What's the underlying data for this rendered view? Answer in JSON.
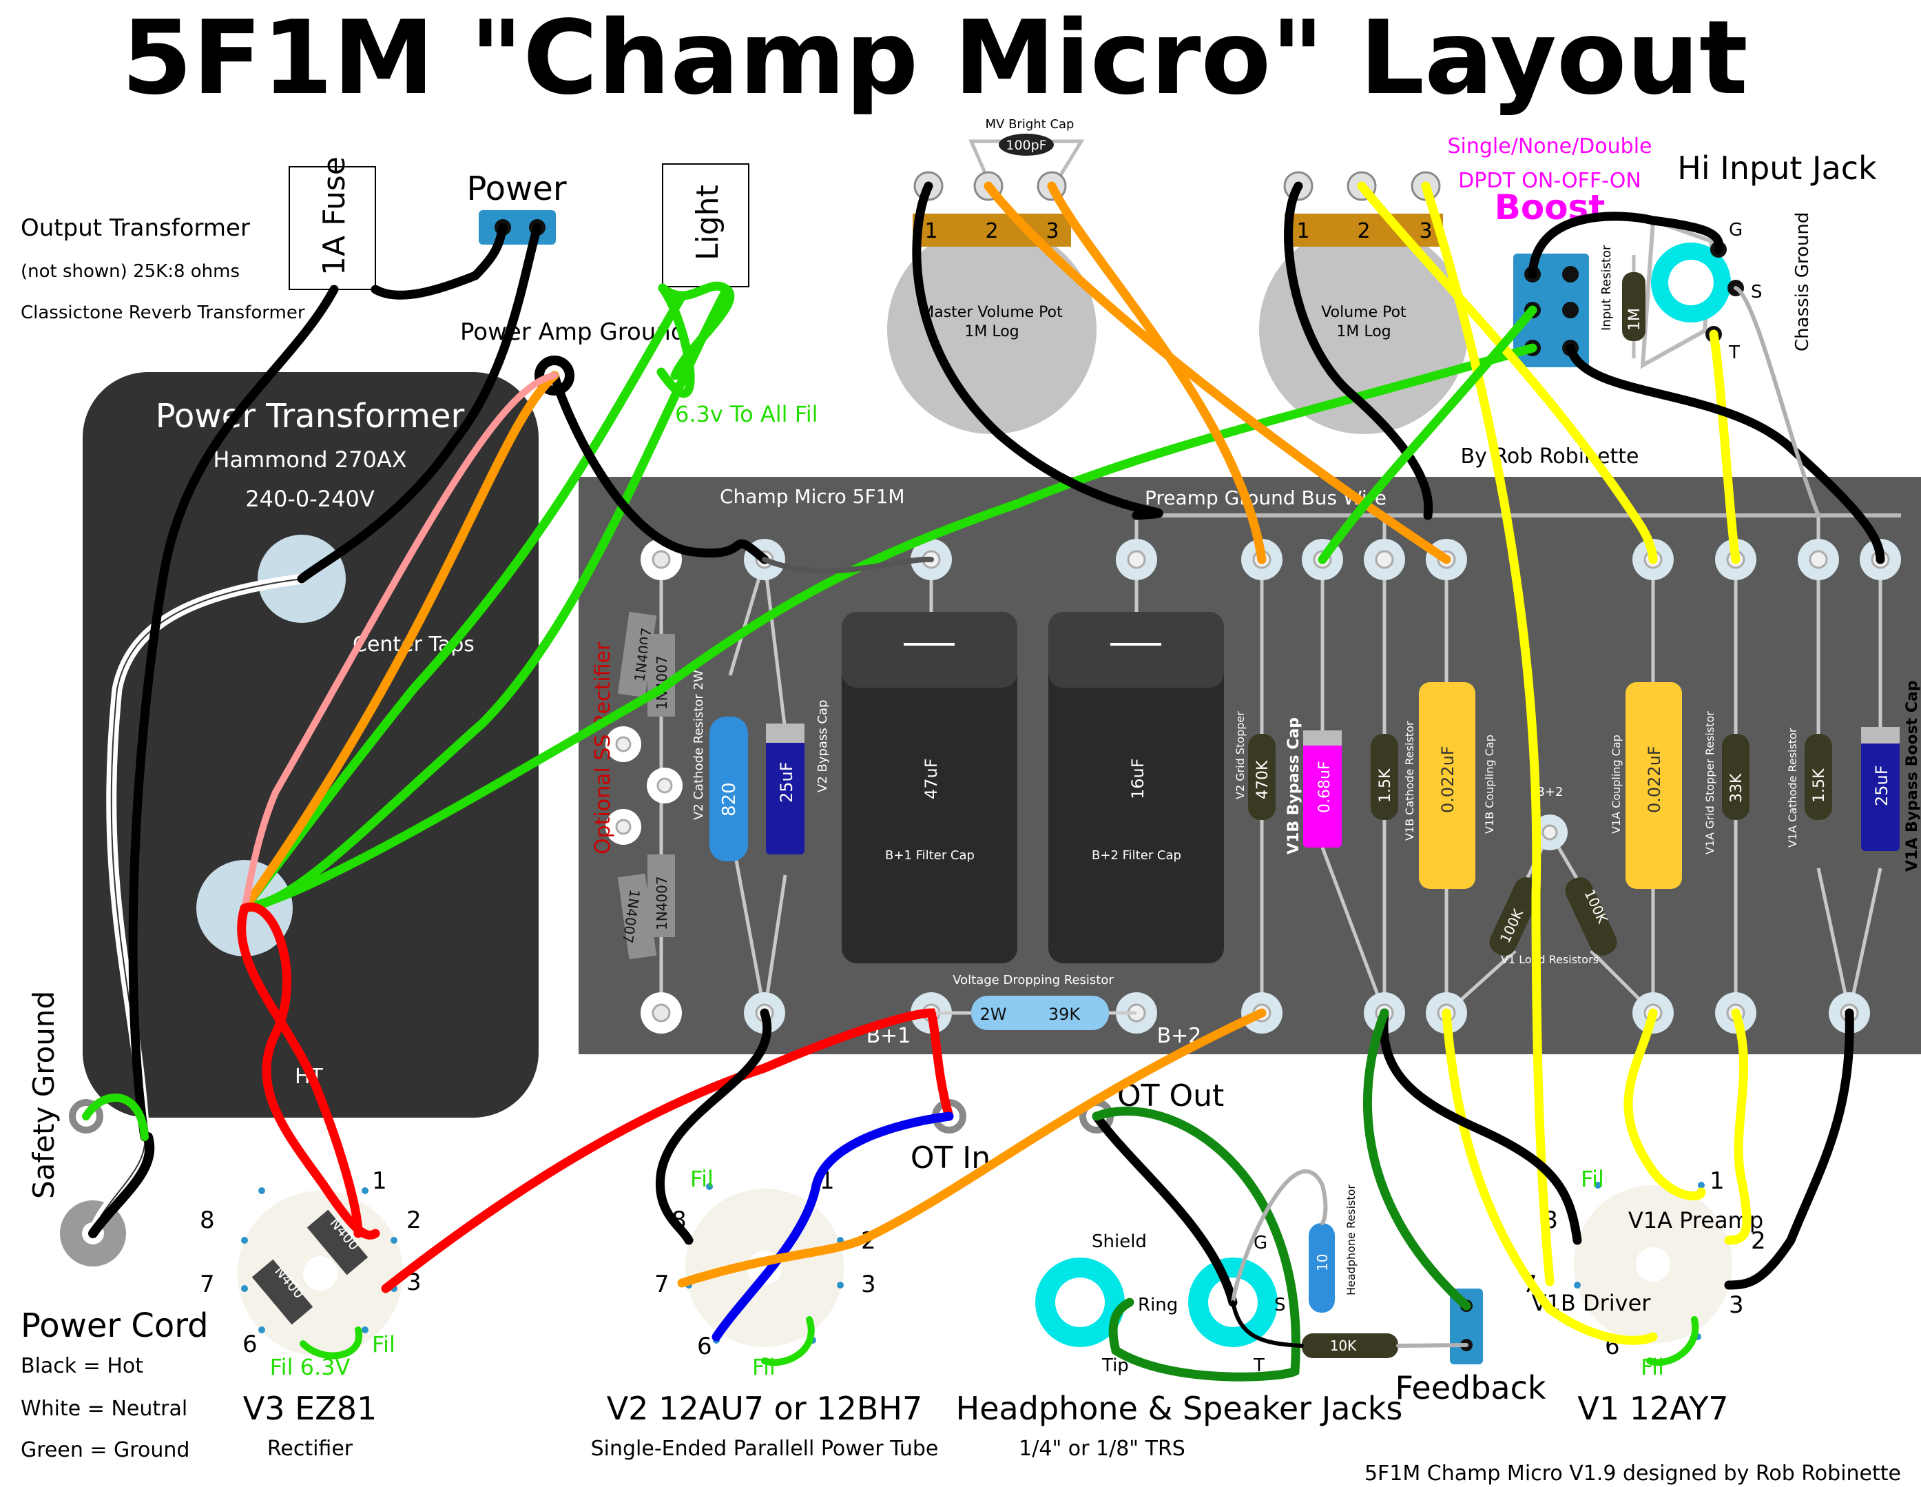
{
  "title": "5F1M \"Champ Micro\" Layout",
  "credit_top": "By Rob Robinette",
  "credit_bottom": "5F1M Champ Micro V1.9 designed by Rob Robinette",
  "colors": {
    "board": "#5b5b5b",
    "transformer": "#323232",
    "eyelet": "#d8e6ee",
    "wire_black": "#000000",
    "wire_red": "#ff0000",
    "wire_orange": "#ff9900",
    "wire_green": "#22dd00",
    "wire_darkgreen": "#128a12",
    "wire_yellow": "#ffff00",
    "wire_blue": "#0000ee",
    "wire_white": "#ffffff",
    "wire_pink": "#ff9999",
    "wire_gray": "#b0b0b0",
    "jack": "#00e5e5",
    "switch": "#2b93c9",
    "green_text": "#22dd00",
    "magenta_text": "#ff00ff",
    "red_text": "#cc0000",
    "cap_yellow": "#ffcc33",
    "cap_blue": "#1a1aa0",
    "cap_magenta": "#ff00ff",
    "filter_cap": "#2a2a2a"
  },
  "left_notes": {
    "output_transformer": "Output Transformer",
    "ot_spec": "(not shown) 25K:8 ohms",
    "ot_model": "Classictone Reverb Transformer"
  },
  "power_section": {
    "fuse": "1A Fuse",
    "power": "Power",
    "light": "Light",
    "power_amp_ground": "Power Amp Ground",
    "fil_note": "6.3v To All Fil"
  },
  "power_transformer": {
    "title": "Power Transformer",
    "model": "Hammond 270AX",
    "voltage": "240-0-240V",
    "center_taps": "Center Taps",
    "ht": "HT"
  },
  "safety_ground": "Safety Ground",
  "power_cord": {
    "title": "Power Cord",
    "black": "Black = Hot",
    "white": "White = Neutral",
    "green": "Green = Ground"
  },
  "pots": {
    "mv_bright_cap": "MV Bright Cap",
    "mv_cap_value": "100pF",
    "master_name": "Master Volume Pot",
    "master_taper": "1M Log",
    "vol_name": "Volume Pot",
    "vol_taper": "1M Log",
    "lug1": "1",
    "lug2": "2",
    "lug3": "3"
  },
  "boost": {
    "line1": "Single/None/Double",
    "line2": "DPDT ON-OFF-ON",
    "label": "Boost",
    "input_resistor": "Input Resistor",
    "input_resistor_value": "1M"
  },
  "input_jack": {
    "title": "Hi Input Jack",
    "g": "G",
    "s": "S",
    "t": "T",
    "chassis_ground": "Chassis Ground"
  },
  "board": {
    "name": "Champ Micro 5F1M",
    "preamp_ground": "Preamp Ground Bus Wire",
    "optional_rectifier": "Optional SS Rectifier",
    "diode": "1N4007",
    "v2_cathode_resistor": "V2 Cathode Resistor 2W",
    "v2_cathode_value": "820",
    "v2_bypass_cap": "V2 Bypass Cap",
    "v2_bypass_value": "25uF",
    "filter1_value": "47uF",
    "filter1_label": "B+1 Filter Cap",
    "filter2_value": "16uF",
    "filter2_label": "B+2 Filter Cap",
    "v2_grid_stopper": "V2 Grid Stopper",
    "v2_grid_value": "470K",
    "v1b_bypass": "V1B Bypass Cap",
    "v1b_bypass_value": "0.68uF",
    "v1b_cathode": "V1B Cathode Resistor",
    "v1b_cathode_value": "1.5K",
    "v1b_coupling": "V1B Coupling Cap",
    "v1b_coupling_value": "0.022uF",
    "b2": "B+2",
    "load_resistors": "V1 Load Resistors",
    "load_value": "100K",
    "v1a_coupling": "V1A Coupling Cap",
    "v1a_coupling_value": "0.022uF",
    "v1a_grid_stopper": "V1A Grid Stopper Resistor",
    "v1a_grid_value": "33K",
    "v1a_cathode": "V1A Cathode Resistor",
    "v1a_cathode_value": "1.5K",
    "v1a_bypass_boost": "V1A Bypass Boost Cap",
    "v1a_bypass_value": "25uF",
    "dropping_resistor": "Voltage Dropping Resistor",
    "dropping_watt": "2W",
    "dropping_value": "39K",
    "bplus1": "B+1",
    "bplus2": "B+2"
  },
  "outputs": {
    "ot_in": "OT In",
    "ot_out": "OT Out",
    "feedback": "Feedback",
    "shield": "Shield",
    "ring": "Ring",
    "tip": "Tip",
    "g": "G",
    "s": "S",
    "t": "T",
    "headphone_resistor": "Headphone Resistor",
    "headphone_resistor_value": "10",
    "feedback_resistor_value": "10K"
  },
  "tubes": {
    "v3_name": "V3 EZ81",
    "v3_sub": "Rectifier",
    "v3_fil_note": "Fil 6.3V",
    "v2_name": "V2  12AU7 or 12BH7",
    "v2_sub": "Single-Ended Parallell Power Tube",
    "jacks_name": "Headphone & Speaker Jacks",
    "jacks_sub": "1/4\" or 1/8\" TRS",
    "v1_name": "V1  12AY7",
    "v1a_label": "V1A Preamp",
    "v1b_label": "V1B Driver",
    "fil": "Fil",
    "diode_abbrev": "N400",
    "pins": [
      "1",
      "2",
      "3",
      "6",
      "7",
      "8"
    ]
  }
}
